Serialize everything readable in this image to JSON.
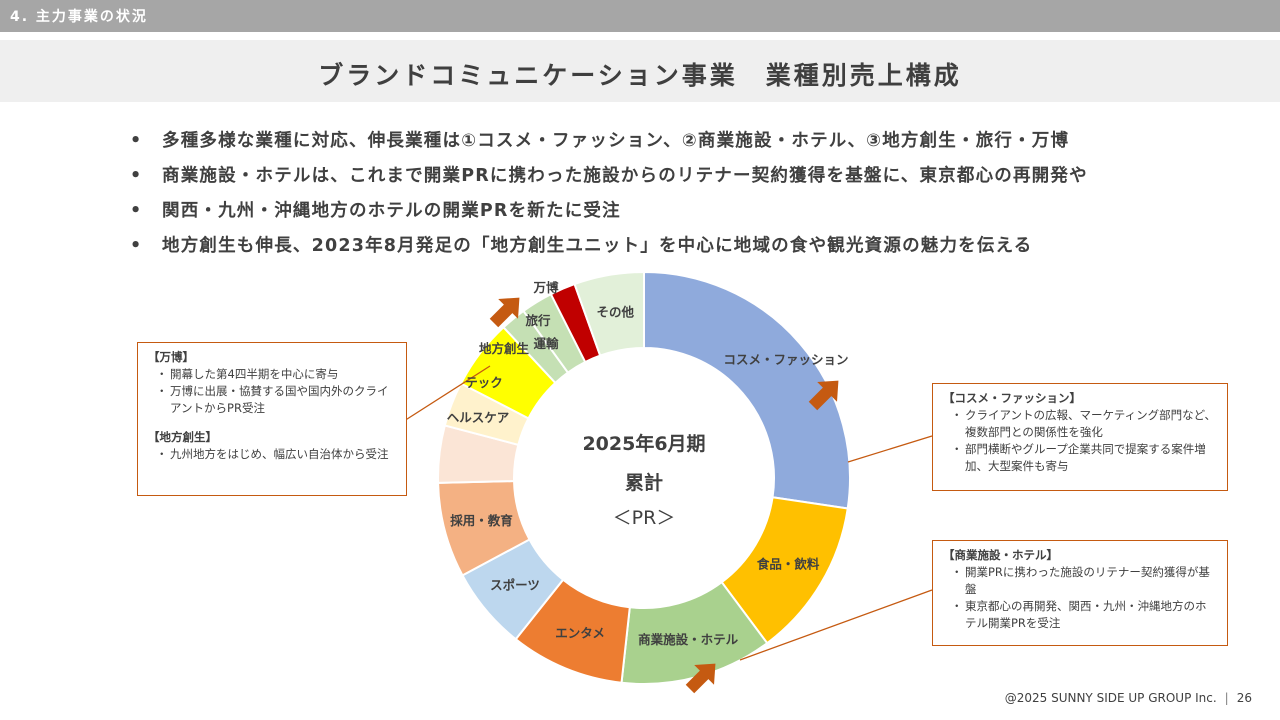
{
  "header": {
    "section_label": "4. 主力事業の状況"
  },
  "title": "ブランドコミュニケーション事業　業種別売上構成",
  "bullets": [
    "多種多様な業種に対応、伸長業種は①コスメ・ファッション、②商業施設・ホテル、③地方創生・旅行・万博",
    "商業施設・ホテルは、これまで開業PRに携わった施設からのリテナー契約獲得を基盤に、東京都心の再開発や",
    "関西・九州・沖縄地方のホテルの開業PRを新たに受注",
    "地方創生も伸長、2023年8月発足の「地方創生ユニット」を中心に地域の食や観光資源の魅力を伝える"
  ],
  "chart_data": {
    "type": "pie",
    "variant": "donut",
    "center_text": [
      "2025年6月期",
      "累計",
      "＜PR＞"
    ],
    "categories": [
      "コスメ・ファッション",
      "食品・飲料",
      "商業施設・ホテル",
      "エンタメ",
      "スポーツ",
      "採用・教育",
      "ヘルスケア",
      "テック",
      "地方創生",
      "旅行",
      "運輸",
      "万博",
      "その他"
    ],
    "values": [
      27.5,
      12.5,
      12.0,
      9.0,
      6.5,
      7.5,
      4.5,
      3.5,
      5.5,
      2.0,
      2.5,
      2.0,
      5.5
    ],
    "colors": [
      "#8faadc",
      "#ffc000",
      "#a9d18e",
      "#ed7d31",
      "#bdd7ee",
      "#f4b183",
      "#fbe5d6",
      "#fff2cc",
      "#ffff00",
      "#c5e0b4",
      "#c5e0b4",
      "#c00000",
      "#e2f0d9"
    ],
    "highlight_arrows": [
      "コスメ・ファッション",
      "商業施設・ホテル",
      "地方創生・旅行・万博"
    ]
  },
  "callouts": {
    "left": {
      "sections": [
        {
          "heading": "【万博】",
          "items": [
            "開幕した第4四半期を中心に寄与",
            "万博に出展・協賛する国や国内外のクライアントからPR受注"
          ]
        },
        {
          "heading": "【地方創生】",
          "items": [
            "九州地方をはじめ、幅広い自治体から受注"
          ]
        }
      ]
    },
    "cosme": {
      "heading": "【コスメ・ファッション】",
      "items": [
        "クライアントの広報、マーケティング部門など、 複数部門との関係性を強化",
        "部門横断やグループ企業共同で提案する案件増加、大型案件も寄与"
      ]
    },
    "hotel": {
      "heading": "【商業施設・ホテル】",
      "items": [
        "開業PRに携わった施設のリテナー契約獲得が基盤",
        "東京都心の再開発、関西・九州・沖縄地方のホテル開業PRを受注"
      ]
    }
  },
  "footer": {
    "copyright": "@2025 SUNNY SIDE UP GROUP Inc.",
    "page": "26"
  },
  "theme": {
    "accent": "#c55a11",
    "topbar": "#a6a6a6",
    "title_band": "#efefef"
  }
}
